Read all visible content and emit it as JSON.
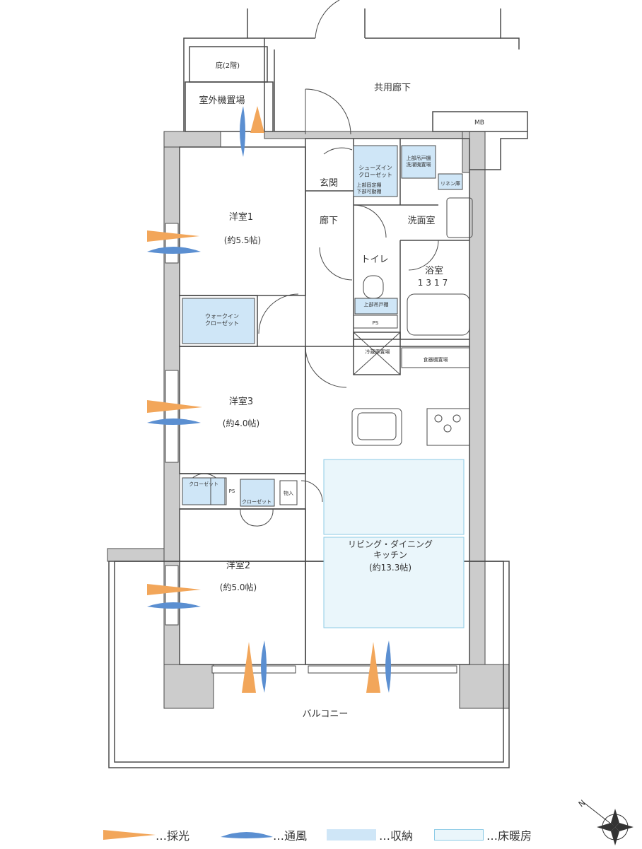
{
  "colors": {
    "wall": "#9a9a9a",
    "line": "#4a4a4a",
    "storage": "#cfe6f7",
    "floor_heating": "#eaf6fb",
    "floor_heating_border": "#8ccbe6",
    "light": "#f2a65a",
    "ventilation": "#5b8fd1"
  },
  "rooms": {
    "eaves": "庇(2階)",
    "outdoor_unit": "室外機置場",
    "corridor": "共用廊下",
    "mb": "MB",
    "entrance": "玄関",
    "shoe_closet": "シューズイン\nクローゼット",
    "shoe_shelf": "上部固定棚\n下部可動棚",
    "upper_shelf_laundry": "上部吊戸棚\n洗濯機置場",
    "linen": "リネン庫",
    "hallway": "廊下",
    "washroom": "洗面室",
    "toilet": "トイレ",
    "toilet_shelf": "上部吊戸棚",
    "bath": "浴室",
    "bath_size": "1317",
    "ps_toilet": "PS",
    "room1": "洋室1",
    "room1_size": "(約5.5帖)",
    "walkin": "ウォークイン\nクローゼット",
    "fridge": "冷蔵庫置場",
    "dish": "食器棚置場",
    "room3": "洋室3",
    "room3_size": "(約4.0帖)",
    "closet_a": "クローゼット",
    "ps_mid": "PS",
    "closet_b": "クローゼット",
    "storage": "物入",
    "room2": "洋室2",
    "room2_size": "(約5.0帖)",
    "ldk": "リビング・ダイニング\nキッチン",
    "ldk_size": "(約13.3帖)",
    "balcony": "バルコニー"
  },
  "legend": {
    "light": "…採光",
    "ventilation": "…通風",
    "storage": "…収納",
    "floor_heating": "…床暖房"
  },
  "compass": {
    "north_label": "N"
  }
}
